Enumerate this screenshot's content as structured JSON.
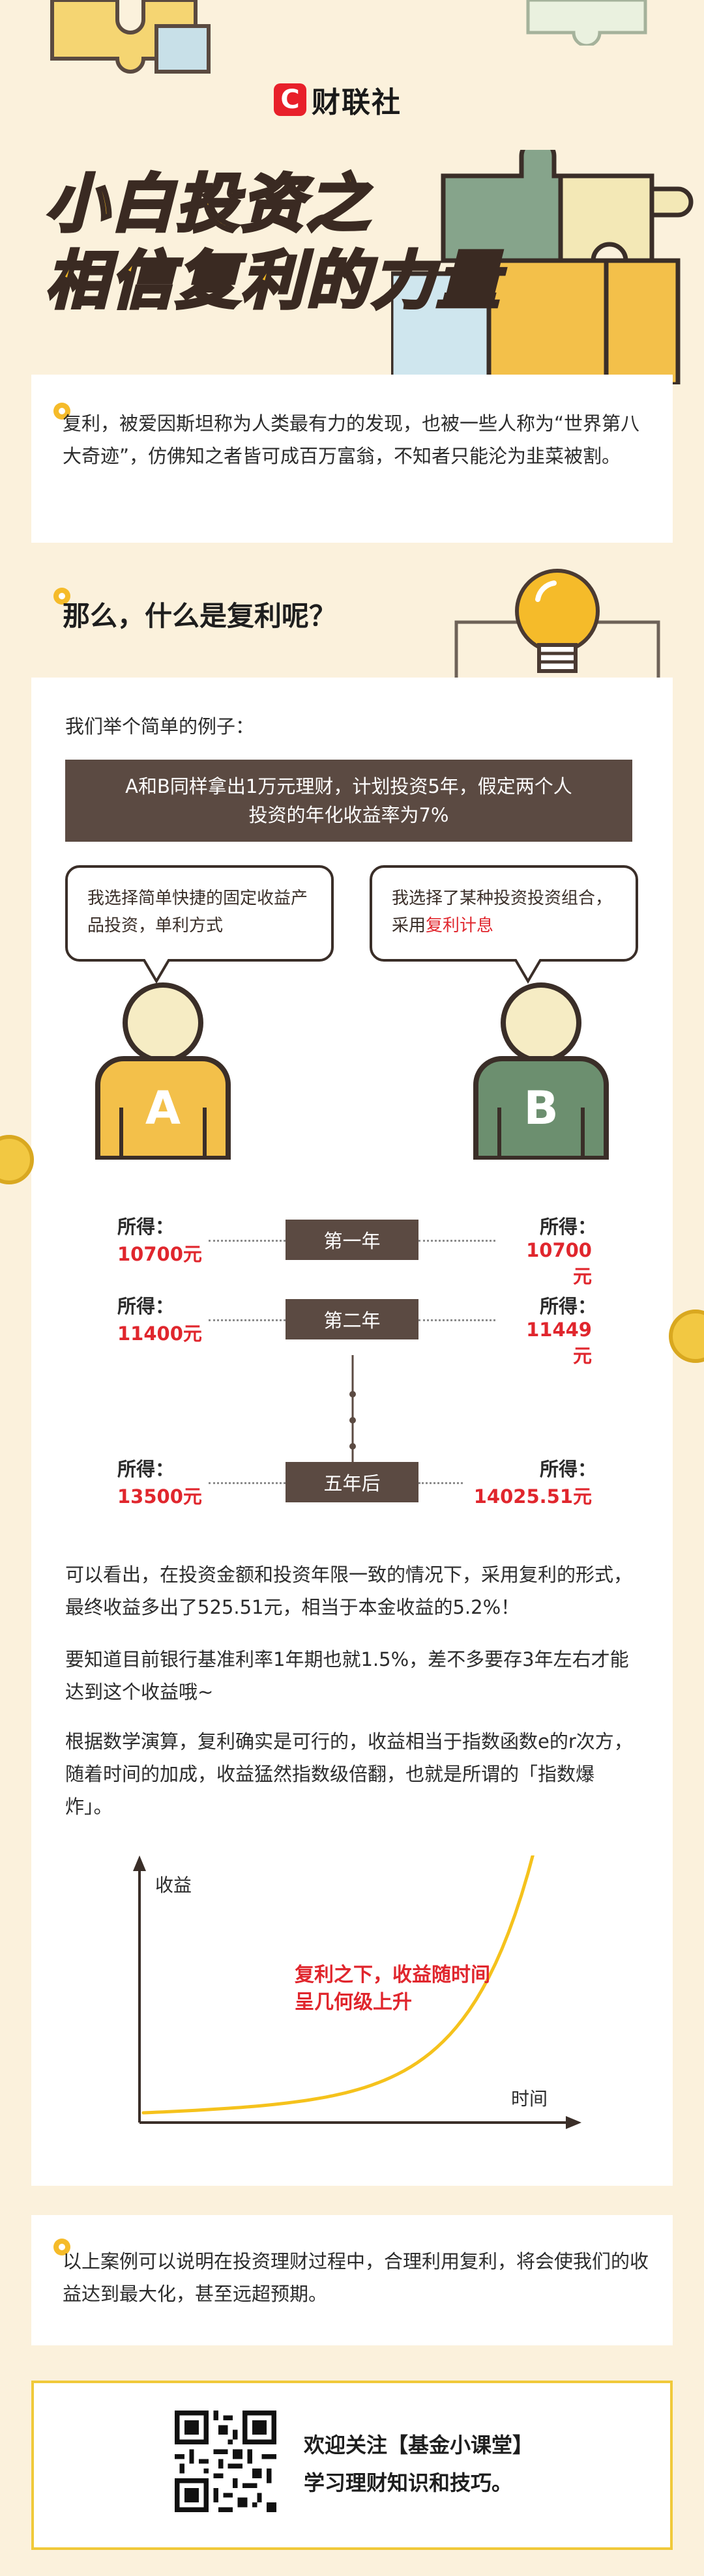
{
  "brand": {
    "logo_badge": "C",
    "logo_text": "财联社"
  },
  "title": {
    "line1": "小白投资之",
    "line2": "相信复利的力量"
  },
  "intro": {
    "text": "复利，被爱因斯坦称为人类最有力的发现，也被一些人称为“世界第八大奇迹”，仿佛知之者皆可成百万富翁，不知者只能沦为韭菜被割。"
  },
  "question": {
    "heading": "那么，什么是复利呢？"
  },
  "example": {
    "lead": "我们举个简单的例子：",
    "banner_line1": "A和B同样拿出1万元理财，计划投资5年，假定两个人",
    "banner_line2": "投资的年化收益率为7%",
    "bubble_a": "我选择简单快捷的固定收益产品投资，单利方式",
    "bubble_b_prefix": "我选择了某种投资投资组合，采用",
    "bubble_b_highlight": "复利计息",
    "person_a": "A",
    "person_b": "B",
    "earn_label": "所得：",
    "rows": [
      {
        "year": "第一年",
        "a": "10700元",
        "b": "10700元"
      },
      {
        "year": "第二年",
        "a": "11400元",
        "b": "11449元"
      },
      {
        "year": "五年后",
        "a": "13500元",
        "b": "14025.51元"
      }
    ]
  },
  "analysis": {
    "p1": "可以看出，在投资金额和投资年限一致的情况下，采用复利的形式，最终收益多出了525.51元，相当于本金收益的5.2%！",
    "p2": "要知道目前银行基准利率1年期也就1.5%，差不多要存3年左右才能达到这个收益哦~",
    "p3": "根据数学演算，复利确实是可行的，收益相当于指数函数e的r次方，随着时间的加成，收益猛然指数级倍翻，也就是所谓的「指数爆炸」。"
  },
  "graph": {
    "y_label": "收益",
    "x_label": "时间",
    "note_line1": "复利之下，收益随时间",
    "note_line2": "呈几何级上升",
    "curve_color": "#f5c21c"
  },
  "conclusion": {
    "text": "以上案例可以说明在投资理财过程中，合理利用复利，将会使我们的收益达到最大化，甚至远超预期。"
  },
  "footer": {
    "line1": "欢迎关注【基金小课堂】",
    "line2": "学习理财知识和技巧。"
  },
  "colors": {
    "background": "#fbf1dc",
    "accent_yellow": "#f5bb2a",
    "dark_brown": "#5b4a42",
    "highlight_red": "#e0262d",
    "person_a": "#f3c04a",
    "person_b": "#6c8f6f"
  }
}
